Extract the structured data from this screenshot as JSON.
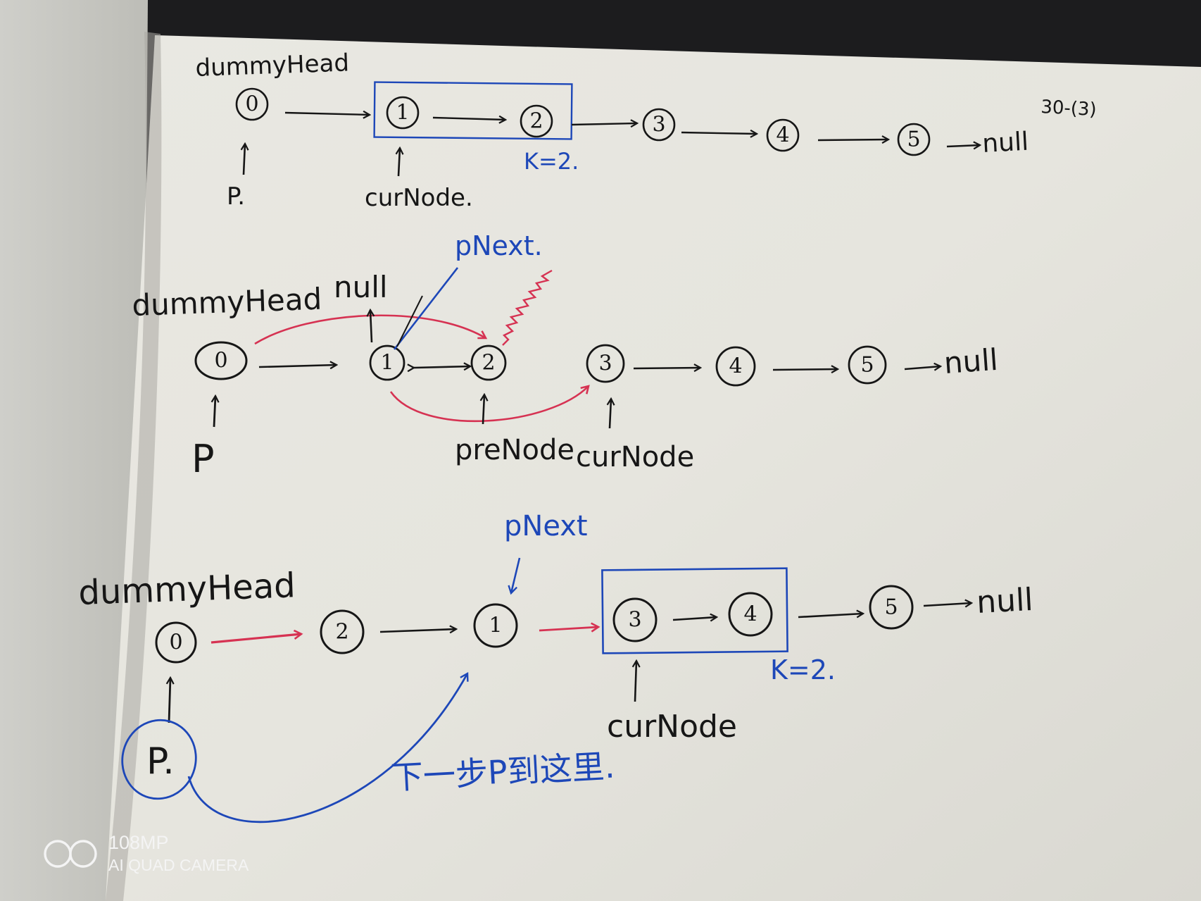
{
  "diagram1": {
    "head_label": "dummyHead",
    "nodes": [
      "0",
      "1",
      "2",
      "3",
      "4",
      "5"
    ],
    "null_label": "null",
    "p_label": "P.",
    "cur_label": "curNode.",
    "k_label": "K=2.",
    "corner_note": "30-(3)"
  },
  "diagram2": {
    "head_label": "dummyHead",
    "nodes": [
      "0",
      "1",
      "2",
      "3",
      "4",
      "5"
    ],
    "null_above_label": "null",
    "null_label": "null",
    "pnext_label": "pNext.",
    "p_label": "P",
    "pre_label": "preNode",
    "cur_label": "curNode"
  },
  "diagram3": {
    "head_label": "dummyHead",
    "nodes": [
      "0",
      "2",
      "1",
      "3",
      "4",
      "5"
    ],
    "null_label": "null",
    "pnext_label": "pNext",
    "p_label": "P.",
    "cur_label": "curNode",
    "k_label": "K=2.",
    "note": "下一步P到这里."
  },
  "watermark": {
    "line1": "108MP",
    "line2": "AI QUAD CAMERA"
  },
  "colors": {
    "ink": "#161616",
    "blue": "#1d47b8",
    "red": "#d63252",
    "paper": "#ebeae4"
  }
}
